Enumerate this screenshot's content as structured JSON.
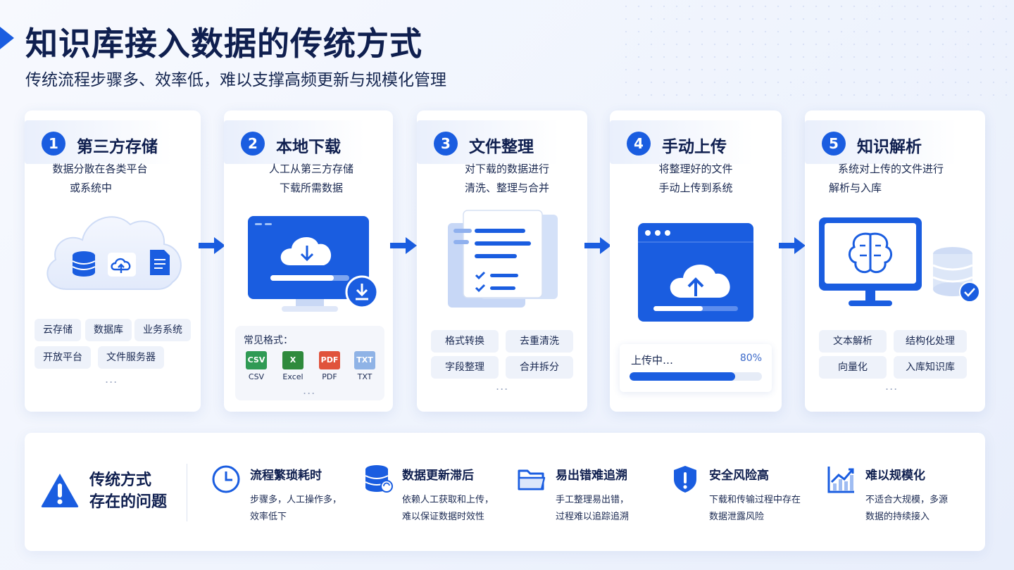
{
  "header": {
    "title": "知识库接入数据的传统方式",
    "subtitle": "传统流程步骤多、效率低，难以支撑高频更新与规模化管理"
  },
  "steps": [
    {
      "number": "1",
      "title": "第三方存储",
      "desc": [
        "数据分散在各类平台",
        "或系统中"
      ],
      "tags": [
        "云存储",
        "数据库",
        "业务系统",
        "开放平台",
        "文件服务器"
      ],
      "more": "..."
    },
    {
      "number": "2",
      "title": "本地下载",
      "desc": [
        "人工从第三方存储",
        "下载所需数据"
      ],
      "formats_label": "常见格式：",
      "formats": [
        {
          "icon_text": "CSV",
          "name": "CSV",
          "color": "#2f9a54"
        },
        {
          "icon_text": "X",
          "name": "Excel",
          "color": "#2f8a3c"
        },
        {
          "icon_text": "PDF",
          "name": "PDF",
          "color": "#e0533c"
        },
        {
          "icon_text": "TXT",
          "name": "TXT",
          "color": "#8fb3e6"
        }
      ],
      "more": "..."
    },
    {
      "number": "3",
      "title": "文件整理",
      "desc": [
        "对下载的数据进行",
        "清洗、整理与合并"
      ],
      "tags": [
        "格式转换",
        "去重清洗",
        "字段整理",
        "合并拆分"
      ],
      "more": "..."
    },
    {
      "number": "4",
      "title": "手动上传",
      "desc": [
        "将整理好的文件",
        "手动上传到系统"
      ],
      "upload": {
        "label": "上传中…",
        "percent_text": "80%",
        "progress": 0.8
      }
    },
    {
      "number": "5",
      "title": "知识解析",
      "desc": [
        "系统对上传的文件进行",
        "解析与入库"
      ],
      "tags": [
        "文本解析",
        "结构化处理",
        "向量化",
        "入库知识库"
      ],
      "more": "..."
    }
  ],
  "problems": {
    "title_lines": [
      "传统方式",
      "存在的问题"
    ],
    "items": [
      {
        "icon": "clock-icon",
        "title": "流程繁琐耗时",
        "desc": [
          "步骤多，人工操作多，",
          "效率低下"
        ]
      },
      {
        "icon": "database-sync-icon",
        "title": "数据更新滞后",
        "desc": [
          "依赖人工获取和上传，",
          "难以保证数据时效性"
        ]
      },
      {
        "icon": "folder-icon",
        "title": "易出错难追溯",
        "desc": [
          "手工整理易出错，",
          "过程难以追踪追溯"
        ]
      },
      {
        "icon": "shield-alert-icon",
        "title": "安全风险高",
        "desc": [
          "下载和传输过程中存在",
          "数据泄露风险"
        ]
      },
      {
        "icon": "chart-up-icon",
        "title": "难以规模化",
        "desc": [
          "不适合大规模，多源",
          "数据的持续接入"
        ]
      }
    ]
  },
  "colors": {
    "accent": "#1a5de0",
    "title": "#0f1f4f",
    "tag_bg": "#eef2fa"
  }
}
